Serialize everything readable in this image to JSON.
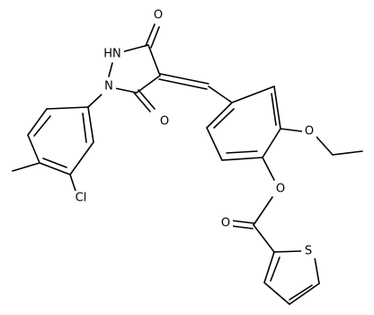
{
  "atom_labels": {
    "o_top": "O",
    "nh": "HN",
    "n1": "N",
    "o_bottom": "O",
    "o_ethoxy": "O",
    "cl": "Cl",
    "o_ester_ring": "O",
    "o_carbonyl": "O",
    "s_thiophene": "S"
  },
  "colors": {
    "bond": "#000000",
    "label": "#000000",
    "background": "#ffffff"
  }
}
